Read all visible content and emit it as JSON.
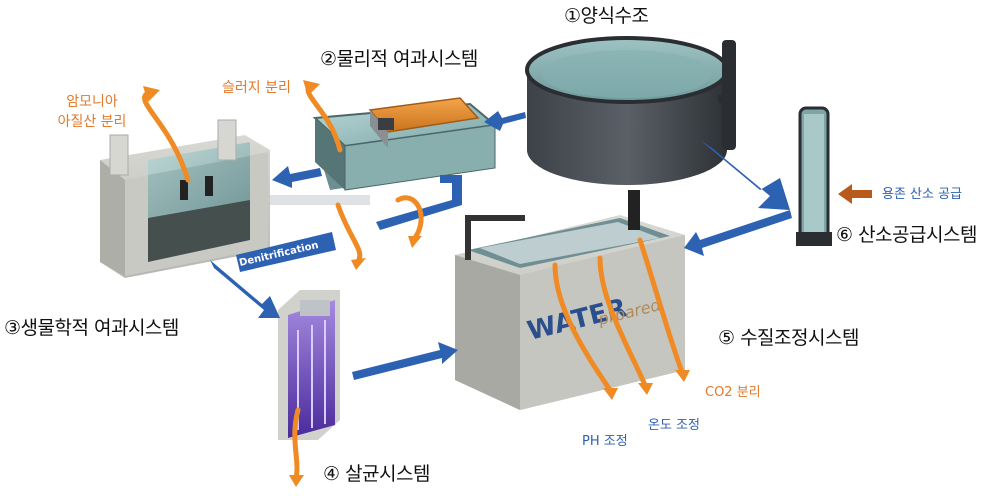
{
  "labels": {
    "step1": "①양식수조",
    "step2": "②물리적 여과시스템",
    "step3": "③생물학적 여과시스템",
    "step4": "④ 살균시스템",
    "step5": "⑤ 수질조정시스템",
    "step6": "⑥ 산소공급시스템",
    "sludge": "슬러지 분리",
    "ammonia_line1": "암모니아",
    "ammonia_line2": "아질산 분리",
    "oxygen_supply": "용존 산소 공급",
    "ph": "PH 조정",
    "temperature": "온도 조정",
    "co2": "CO2 분리",
    "denitrification": "Denitrification",
    "water_brand_1": "WATER",
    "water_brand_2": "prpared"
  },
  "colors": {
    "orange_arrow": "#f08a24",
    "blue_arrow": "#2d62b3",
    "orange_text": "#e2792b",
    "step_text": "#111111"
  }
}
